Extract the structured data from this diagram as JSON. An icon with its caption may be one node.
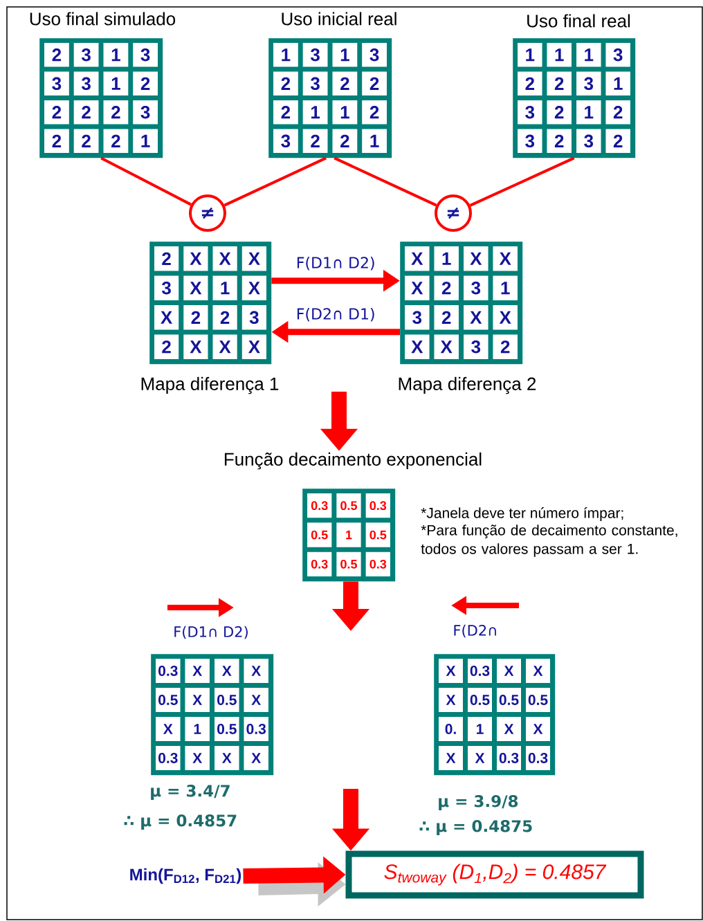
{
  "diagram": {
    "nodes": [
      {
        "text": [
          "Uso final simulado",
          "2",
          "3",
          "1",
          "3",
          "3",
          "3",
          "1",
          "2",
          "2",
          "2",
          "2",
          "3",
          "2",
          "2",
          "2",
          "1"
        ]
      },
      {
        "text": [
          "Uso inicial real",
          "1",
          "3",
          "1",
          "3",
          "2",
          "3",
          "2",
          "2",
          "2",
          "1",
          "1",
          "2",
          "3",
          "2",
          "2",
          "1"
        ]
      },
      {
        "text": [
          "Uso final real",
          "1",
          "1",
          "1",
          "3",
          "2",
          "2",
          "3",
          "1",
          "3",
          "2",
          "1",
          "2",
          "3",
          "2",
          "3",
          "2"
        ]
      },
      {
        "text": [
          "≠"
        ]
      },
      {
        "text": [
          "≠"
        ]
      },
      {
        "text": [
          "Mapa diferença 1",
          "2",
          "X",
          "X",
          "X",
          "3",
          "X",
          "1",
          "X",
          "X",
          "2",
          "2",
          "3",
          "2",
          "X",
          "X",
          "X"
        ]
      },
      {
        "text": [
          "Mapa diferença 2",
          "X",
          "1",
          "X",
          "X",
          "X",
          "2",
          "3",
          "1",
          "3",
          "2",
          "X",
          "X",
          "X",
          "X",
          "3",
          "2"
        ]
      },
      {
        "text": [
          "Função decaimento exponencial"
        ]
      },
      {
        "text": [
          "0.3",
          "0.5",
          "0.3",
          "0.5",
          "1",
          "0.5",
          "0.3",
          "0.5",
          "0.3"
        ],
        "beside": [
          "*Janela deve ter número ímpar;",
          "*Para função de decaimento constante, todos os valores passam a ser 1."
        ]
      },
      {
        "text": [
          "F(D1∩ D2)",
          "0.3",
          "X",
          "X",
          "X",
          "0.5",
          "X",
          "0.5",
          "X",
          "X",
          "1",
          "0.5",
          "0.3",
          "0.3",
          "X",
          "X",
          "X"
        ],
        "beside": [
          "μ = 3.4/7",
          "∴ μ = 0.4857"
        ]
      },
      {
        "text": [
          "F(D2∩",
          "X",
          "0.3",
          "X",
          "X",
          "X",
          "0.5",
          "0.5",
          "0.5",
          "0.",
          "1",
          "X",
          "X",
          "X",
          "X",
          "0.3",
          "0.3"
        ],
        "beside": [
          "μ = 3.9/8",
          "∴ μ = 0.4875"
        ]
      },
      {
        "text": [
          "Min(F$_{D12}$, F$_{D21}$)"
        ]
      },
      {
        "text": [
          "S$_{twoway}$ (D$_{1}$,D$_{2}$) = 0.4857"
        ]
      }
    ],
    "edges": [
      {
        "from": 0,
        "to": 3,
        "arrow": "none"
      },
      {
        "from": 1,
        "to": 3,
        "arrow": "none"
      },
      {
        "from": 1,
        "to": 4,
        "arrow": "none"
      },
      {
        "from": 2,
        "to": 4,
        "arrow": "none"
      },
      {
        "from": 5,
        "to": 6,
        "arrow": "to",
        "label": "F(D1∩ D2)"
      },
      {
        "from": 6,
        "to": 5,
        "arrow": "to",
        "label": "F(D2∩ D1)"
      },
      {
        "from": null,
        "to": 7,
        "arrow": "to",
        "style": "thick"
      },
      {
        "from": 8,
        "to": null,
        "arrow": "to",
        "style": "thick"
      },
      {
        "from": null,
        "to": 12,
        "arrow": "to",
        "style": "thick"
      },
      {
        "from": 11,
        "to": 12,
        "arrow": "to",
        "style": "thick"
      }
    ]
  }
}
